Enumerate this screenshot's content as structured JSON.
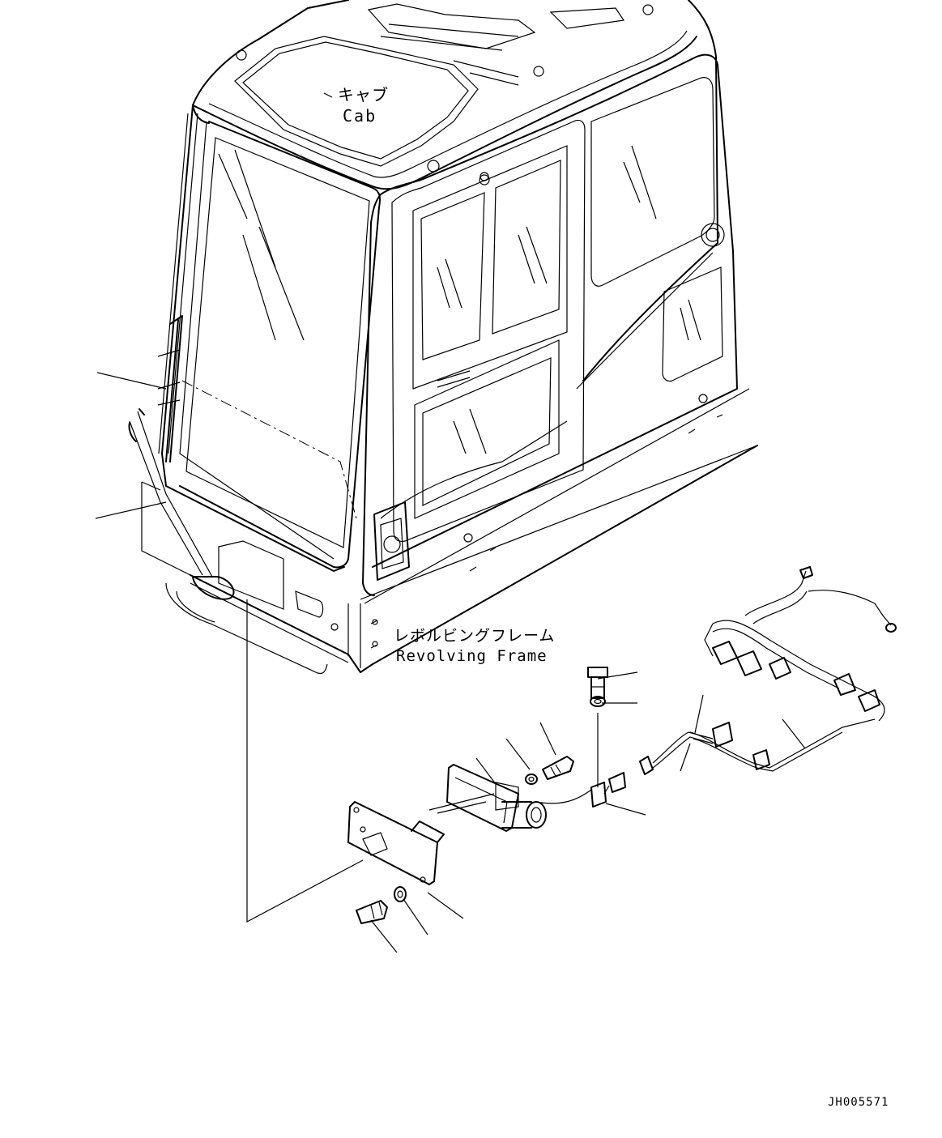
{
  "labels": {
    "cab_jp": "キャブ",
    "cab_en": "Cab",
    "frame_jp": "レボルビングフレーム",
    "frame_en": "Revolving Frame",
    "drawing_no": "JH005571"
  },
  "colors": {
    "line": "#000000",
    "background": "#ffffff"
  }
}
